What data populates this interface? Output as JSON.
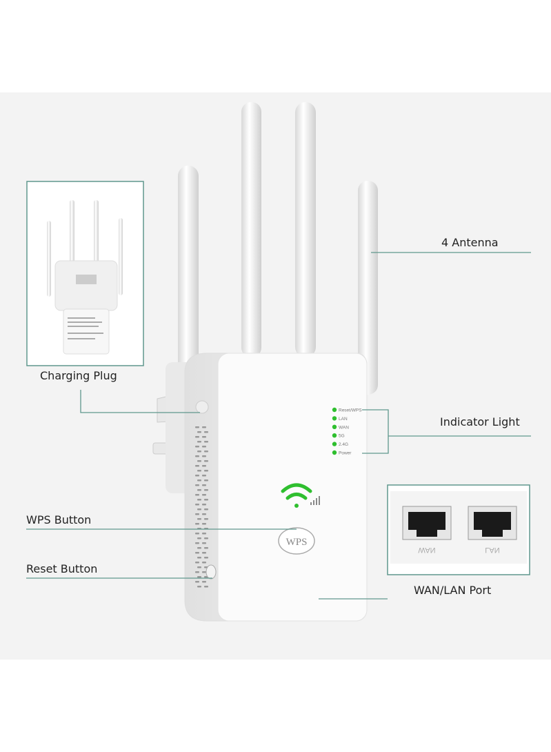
{
  "callouts": {
    "antenna": "4 Antenna",
    "charging_plug": "Charging Plug",
    "indicator_light": "Indicator Light",
    "wps_button": "WPS Button",
    "reset_button": "Reset Button",
    "wan_lan_port": "WAN/LAN Port"
  },
  "device": {
    "indicators": [
      "Reset/WPS",
      "LAN",
      "WAN",
      "5G",
      "2.4G",
      "Power"
    ],
    "wps_label": "WPS",
    "ports": [
      "WAN",
      "LAN"
    ]
  },
  "colors": {
    "callout_line": "#5f978d",
    "indicator_led": "#2fbf2f",
    "wifi_icon": "#2fbf2f",
    "background_panel": "#f3f3f3"
  }
}
